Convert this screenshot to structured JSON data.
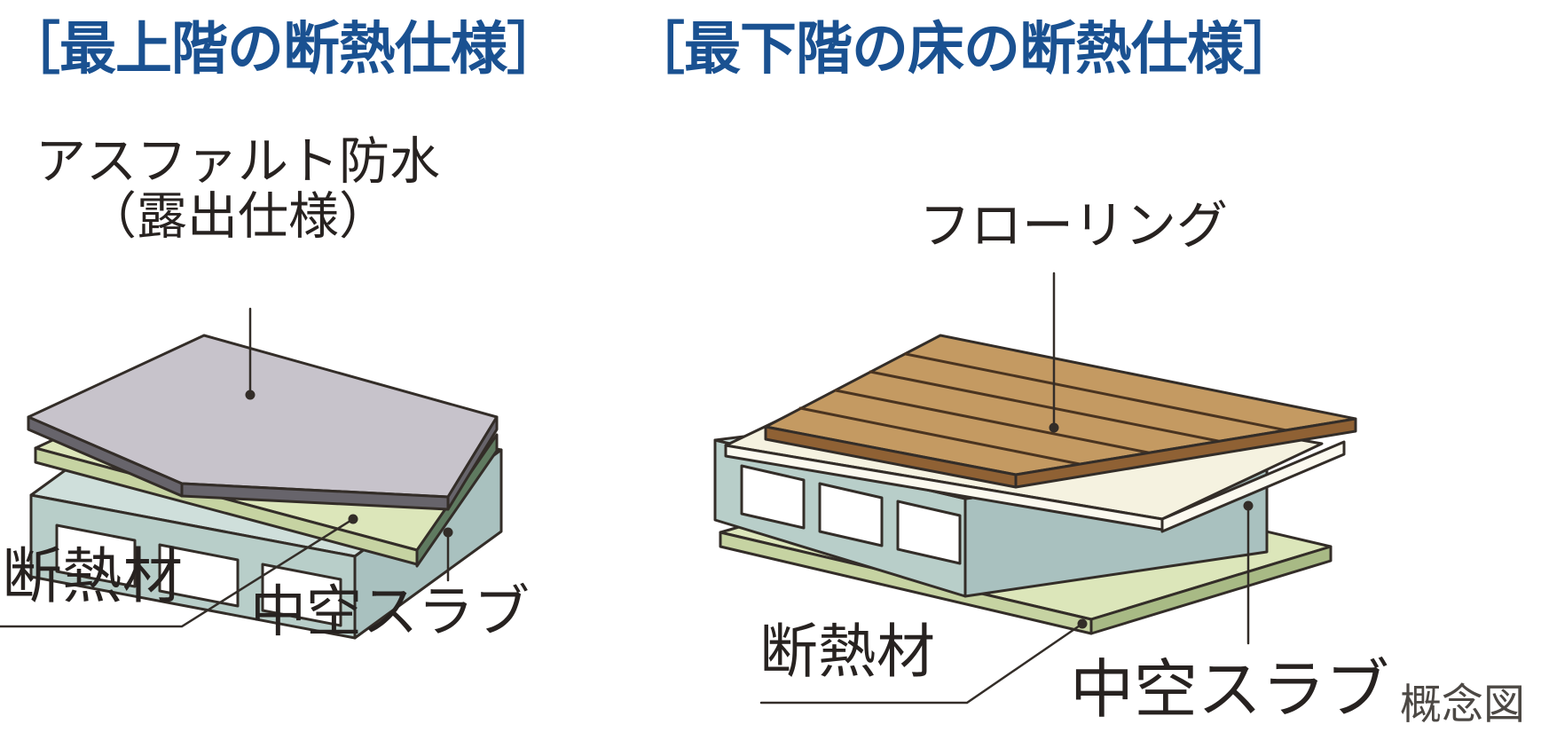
{
  "titles": {
    "left": "［最上階の断熱仕様］",
    "right": "［最下階の床の断熱仕様］"
  },
  "left_figure": {
    "surface_label_line1": "アスファルト防水",
    "surface_label_line2": "（露出仕様）",
    "insulation_label": "断熱材",
    "slab_label": "中空スラブ"
  },
  "right_figure": {
    "flooring_label": "フローリング",
    "insulation_label": "断熱材",
    "slab_label": "中空スラブ"
  },
  "footnote": "概念図",
  "colors": {
    "heading-blue": "#1a5191",
    "text-black": "#272220",
    "outline": "#332d28",
    "footnote-gray": "#4c4844",
    "asphalt-top": "#c7c3cb",
    "asphalt-edge": "#67646b",
    "insulation-top": "#dce6ba",
    "insulation-front": "#c6d3a2",
    "insulation-side-dark": "#5f7a60",
    "insulation-side": "#a8ba85",
    "slab-front": "#b8cec9",
    "slab-top": "#cfdfdb",
    "slab-side": "#a9c1bf",
    "hole-white": "#ffffff",
    "flooring-top": "#c49a62",
    "flooring-edge": "#8f6134",
    "plank-line": "#4a3420",
    "cream-top": "#f5f2e0",
    "cream-edge": "#fbf9ef"
  }
}
